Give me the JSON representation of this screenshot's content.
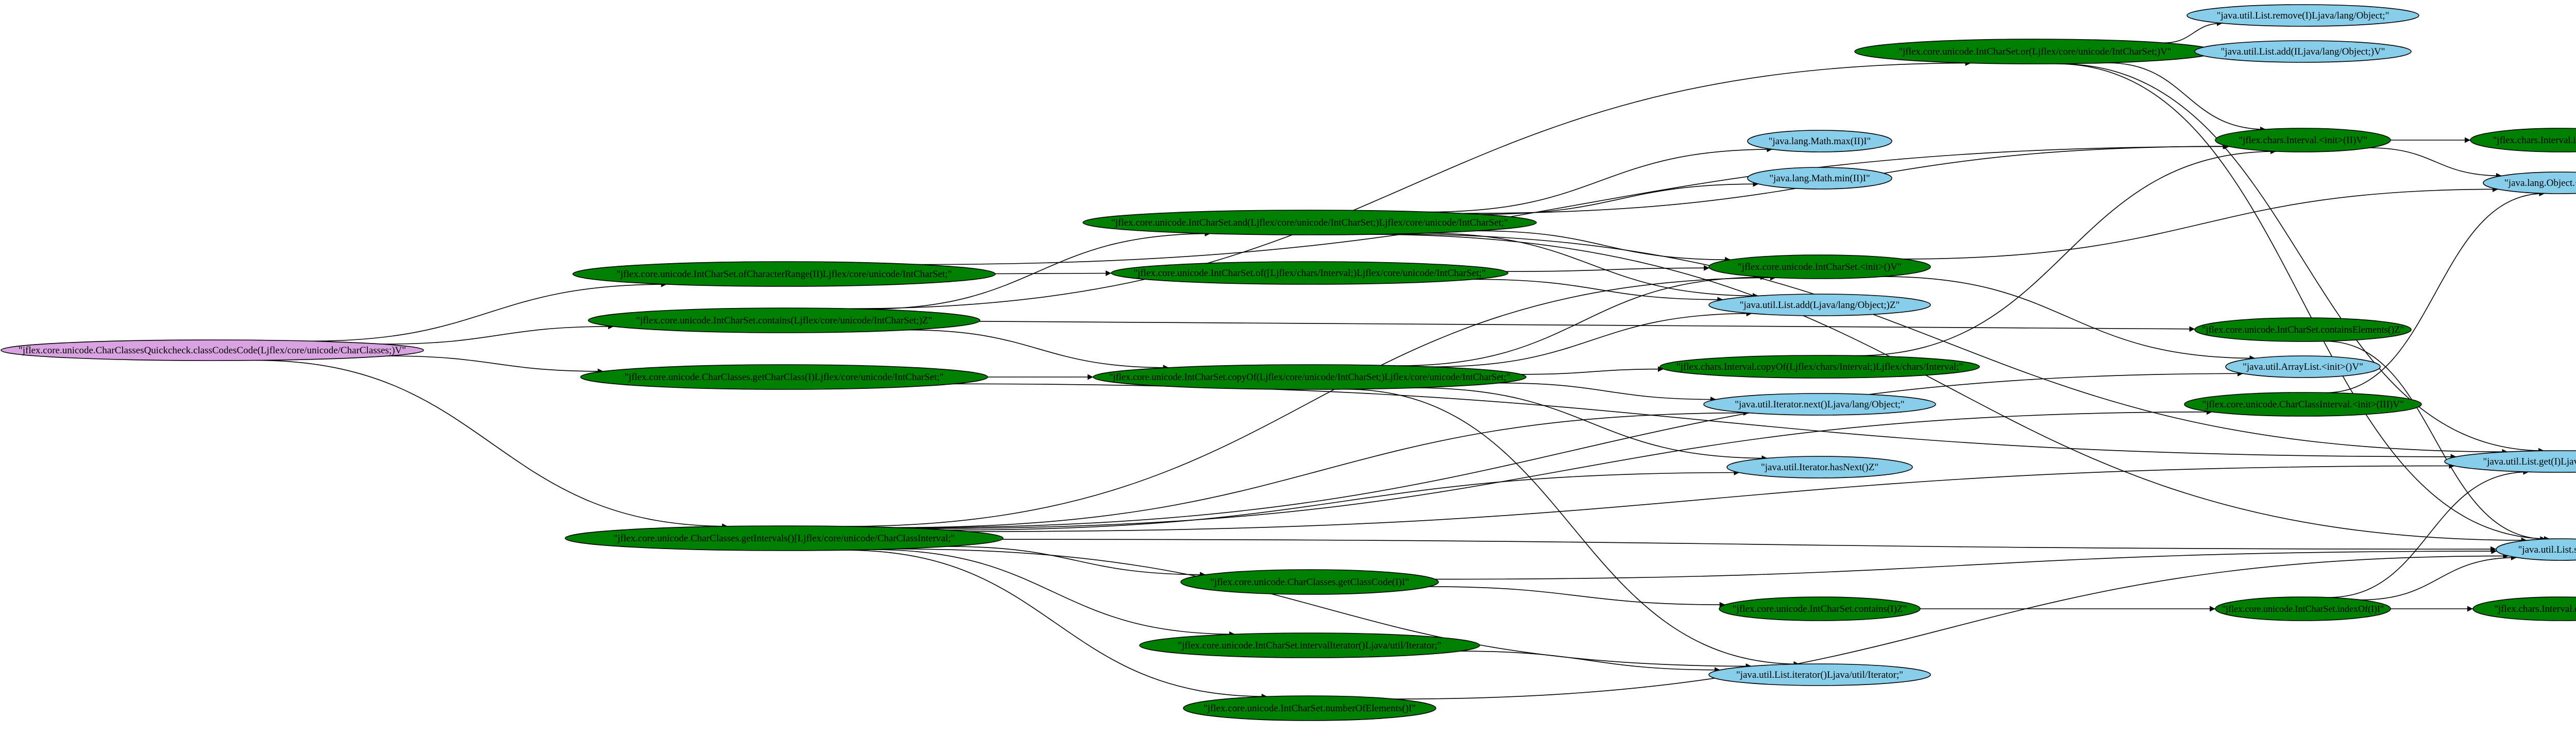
{
  "colors": {
    "root": "#d9a2e0",
    "internal": "#008000",
    "external": "#87ceeb",
    "edge": "#000000"
  },
  "nodes": [
    {
      "id": "root",
      "label": "\"jflex.core.unicode.CharClassesQuickcheck.classCodesCode(Ljflex/core/unicode/CharClasses;)V\"",
      "kind": "root"
    },
    {
      "id": "n_or",
      "label": "\"jflex.core.unicode.IntCharSet.or(Ljflex/core/unicode/IntCharSet;)V\"",
      "kind": "internal"
    },
    {
      "id": "n_ofRange",
      "label": "\"jflex.core.unicode.IntCharSet.ofCharacterRange(II)Ljflex/core/unicode/IntCharSet;\"",
      "kind": "internal"
    },
    {
      "id": "n_and",
      "label": "\"jflex.core.unicode.IntCharSet.and(Ljflex/core/unicode/IntCharSet;)Ljflex/core/unicode/IntCharSet;\"",
      "kind": "internal"
    },
    {
      "id": "n_ofInterval",
      "label": "\"jflex.core.unicode.IntCharSet.of([Ljflex/chars/Interval;)Ljflex/core/unicode/IntCharSet;\"",
      "kind": "internal"
    },
    {
      "id": "n_containsAll",
      "label": "\"jflex.core.unicode.IntCharSet.contains(Ljflex/core/unicode/IntCharSet;)Z\"",
      "kind": "internal"
    },
    {
      "id": "n_getCharClass",
      "label": "\"jflex.core.unicode.CharClasses.getCharClass(I)Ljflex/core/unicode/IntCharSet;\"",
      "kind": "internal"
    },
    {
      "id": "n_copyOf",
      "label": "\"jflex.core.unicode.IntCharSet.copyOf(Ljflex/core/unicode/IntCharSet;)Ljflex/core/unicode/IntCharSet;\"",
      "kind": "internal"
    },
    {
      "id": "n_getIntervals",
      "label": "\"jflex.core.unicode.CharClasses.getIntervals()[Ljflex/core/unicode/CharClassInterval;\"",
      "kind": "internal"
    },
    {
      "id": "n_getClassCode",
      "label": "\"jflex.core.unicode.CharClasses.getClassCode(I)I\"",
      "kind": "internal"
    },
    {
      "id": "n_intervalIterator",
      "label": "\"jflex.core.unicode.IntCharSet.intervalIterator()Ljava/util/Iterator;\"",
      "kind": "internal"
    },
    {
      "id": "n_numberOfElements",
      "label": "\"jflex.core.unicode.IntCharSet.numberOfElements()I\"",
      "kind": "internal"
    },
    {
      "id": "n_icsInit",
      "label": "\"jflex.core.unicode.IntCharSet.<init>()V\"",
      "kind": "internal"
    },
    {
      "id": "n_intervalCopyOf",
      "label": "\"jflex.chars.Interval.copyOf(Ljflex/chars/Interval;)Ljflex/chars/Interval;\"",
      "kind": "internal"
    },
    {
      "id": "n_intervalInit",
      "label": "\"jflex.chars.Interval.<init>(II)V\"",
      "kind": "internal"
    },
    {
      "id": "n_invariants",
      "label": "\"jflex.chars.Interval.invariants()Z\"",
      "kind": "internal"
    },
    {
      "id": "n_containsElem",
      "label": "\"jflex.core.unicode.IntCharSet.containsElements()Z\"",
      "kind": "internal"
    },
    {
      "id": "n_cciInit",
      "label": "\"jflex.core.unicode.CharClassInterval.<init>(III)V\"",
      "kind": "internal"
    },
    {
      "id": "n_containsI",
      "label": "\"jflex.core.unicode.IntCharSet.contains(I)Z\"",
      "kind": "internal"
    },
    {
      "id": "n_indexI",
      "label": "\"jflex.core.unicode.IntCharSet.indexOf(I)I\"",
      "kind": "internal"
    },
    {
      "id": "n_intervalContains",
      "label": "\"jflex.chars.Interval.contains(I)Z\"",
      "kind": "internal"
    },
    {
      "id": "e_listRemove",
      "label": "\"java.util.List.remove(I)Ljava/lang/Object;\"",
      "kind": "external"
    },
    {
      "id": "e_listAddIO",
      "label": "\"java.util.List.add(ILjava/lang/Object;)V\"",
      "kind": "external"
    },
    {
      "id": "e_mathMax",
      "label": "\"java.lang.Math.max(II)I\"",
      "kind": "external"
    },
    {
      "id": "e_mathMin",
      "label": "\"java.lang.Math.min(II)I\"",
      "kind": "external"
    },
    {
      "id": "e_objectInit",
      "label": "\"java.lang.Object.<init>()V\"",
      "kind": "external"
    },
    {
      "id": "e_listAddO",
      "label": "\"java.util.List.add(Ljava/lang/Object;)Z\"",
      "kind": "external"
    },
    {
      "id": "e_arrayListInit",
      "label": "\"java.util.ArrayList.<init>()V\"",
      "kind": "external"
    },
    {
      "id": "e_iterNext",
      "label": "\"java.util.Iterator.next()Ljava/lang/Object;\"",
      "kind": "external"
    },
    {
      "id": "e_listGet",
      "label": "\"java.util.List.get(I)Ljava/lang/Object;\"",
      "kind": "external"
    },
    {
      "id": "e_iterHasNext",
      "label": "\"java.util.Iterator.hasNext()Z\"",
      "kind": "external"
    },
    {
      "id": "e_listSize",
      "label": "\"java.util.List.size()I\"",
      "kind": "external"
    },
    {
      "id": "e_listIterator",
      "label": "\"java.util.List.iterator()Ljava/util/Iterator;\"",
      "kind": "external"
    }
  ],
  "edges": [
    {
      "from": "root",
      "to": "n_ofRange"
    },
    {
      "from": "root",
      "to": "n_containsAll"
    },
    {
      "from": "root",
      "to": "n_getCharClass"
    },
    {
      "from": "root",
      "to": "n_getIntervals"
    },
    {
      "from": "n_ofRange",
      "to": "n_ofInterval"
    },
    {
      "from": "n_ofRange",
      "to": "n_intervalInit"
    },
    {
      "from": "n_containsAll",
      "to": "n_and"
    },
    {
      "from": "n_containsAll",
      "to": "n_or"
    },
    {
      "from": "n_containsAll",
      "to": "n_containsElem"
    },
    {
      "from": "n_containsAll",
      "to": "n_copyOf"
    },
    {
      "from": "n_getCharClass",
      "to": "n_copyOf"
    },
    {
      "from": "n_getCharClass",
      "to": "e_listGet"
    },
    {
      "from": "n_or",
      "to": "e_listRemove"
    },
    {
      "from": "n_or",
      "to": "e_listAddIO"
    },
    {
      "from": "n_or",
      "to": "n_intervalInit"
    },
    {
      "from": "n_or",
      "to": "e_listGet"
    },
    {
      "from": "n_or",
      "to": "e_listSize"
    },
    {
      "from": "n_and",
      "to": "e_mathMax"
    },
    {
      "from": "n_and",
      "to": "e_mathMin"
    },
    {
      "from": "n_and",
      "to": "n_intervalInit"
    },
    {
      "from": "n_and",
      "to": "n_icsInit"
    },
    {
      "from": "n_and",
      "to": "e_listAddO"
    },
    {
      "from": "n_and",
      "to": "e_listGet"
    },
    {
      "from": "n_and",
      "to": "e_listSize"
    },
    {
      "from": "n_ofInterval",
      "to": "n_icsInit"
    },
    {
      "from": "n_ofInterval",
      "to": "e_listAddO"
    },
    {
      "from": "n_copyOf",
      "to": "n_icsInit"
    },
    {
      "from": "n_copyOf",
      "to": "n_intervalCopyOf"
    },
    {
      "from": "n_copyOf",
      "to": "e_listAddO"
    },
    {
      "from": "n_copyOf",
      "to": "e_iterNext"
    },
    {
      "from": "n_copyOf",
      "to": "e_iterHasNext"
    },
    {
      "from": "n_copyOf",
      "to": "e_listIterator"
    },
    {
      "from": "n_getIntervals",
      "to": "n_icsInit"
    },
    {
      "from": "n_getIntervals",
      "to": "e_arrayListInit"
    },
    {
      "from": "n_getIntervals",
      "to": "n_cciInit"
    },
    {
      "from": "n_getIntervals",
      "to": "e_iterNext"
    },
    {
      "from": "n_getIntervals",
      "to": "e_iterHasNext"
    },
    {
      "from": "n_getIntervals",
      "to": "e_listGet"
    },
    {
      "from": "n_getIntervals",
      "to": "e_listSize"
    },
    {
      "from": "n_getIntervals",
      "to": "n_getClassCode"
    },
    {
      "from": "n_getIntervals",
      "to": "n_intervalIterator"
    },
    {
      "from": "n_getIntervals",
      "to": "n_numberOfElements"
    },
    {
      "from": "n_getIntervals",
      "to": "e_listIterator"
    },
    {
      "from": "n_getClassCode",
      "to": "n_containsI"
    },
    {
      "from": "n_getClassCode",
      "to": "e_listSize"
    },
    {
      "from": "n_containsI",
      "to": "n_indexI"
    },
    {
      "from": "n_intervalIterator",
      "to": "e_listIterator"
    },
    {
      "from": "n_numberOfElements",
      "to": "e_listSize"
    },
    {
      "from": "n_icsInit",
      "to": "e_objectInit"
    },
    {
      "from": "n_icsInit",
      "to": "e_arrayListInit"
    },
    {
      "from": "n_intervalCopyOf",
      "to": "n_intervalInit"
    },
    {
      "from": "n_intervalInit",
      "to": "n_invariants"
    },
    {
      "from": "n_intervalInit",
      "to": "e_objectInit"
    },
    {
      "from": "n_containsElem",
      "to": "e_listSize"
    },
    {
      "from": "n_cciInit",
      "to": "e_objectInit"
    },
    {
      "from": "n_indexI",
      "to": "n_intervalContains"
    },
    {
      "from": "n_indexI",
      "to": "e_listGet"
    },
    {
      "from": "n_indexI",
      "to": "e_listSize"
    }
  ]
}
